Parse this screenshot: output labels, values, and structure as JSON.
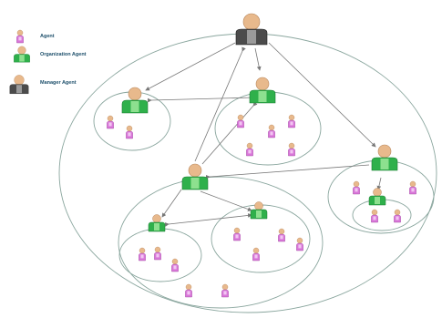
{
  "legend": {
    "items": [
      {
        "key": "agent",
        "label": "Agent",
        "icon": "agent-icon",
        "color": "#d977d9"
      },
      {
        "key": "organization",
        "label": "Organization Agent",
        "icon": "organization-agent-icon",
        "color": "#2fb04b"
      },
      {
        "key": "manager",
        "label": "Manager Agent",
        "icon": "manager-agent-icon",
        "color": "#555555"
      }
    ]
  },
  "colors": {
    "agent_body": "#d977d9",
    "organization_body": "#2fb04b",
    "manager_body": "#555555",
    "head": "#e8b98c",
    "boundary": "#8aa69e",
    "arrow": "#777777"
  }
}
